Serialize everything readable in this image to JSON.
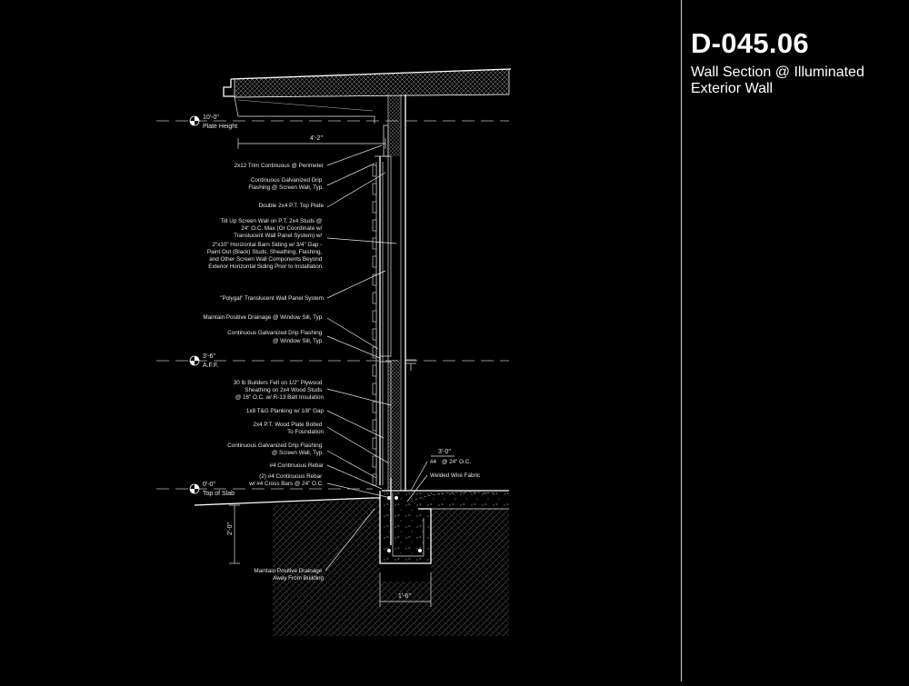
{
  "sheet": {
    "number": "D-045.06",
    "title": "Wall Section @ Illuminated Exterior Wall"
  },
  "levels": {
    "plate": {
      "value": "10'-0\"",
      "label": "Plate Height"
    },
    "sill": {
      "value": "3'-6\"",
      "label": "A.F.F."
    },
    "slab": {
      "value": "0'-0\"",
      "label": "Top of Slab"
    }
  },
  "dimensions": {
    "overhang": "4'-2\"",
    "footing_depth": "2'-0\"",
    "footing_width": "1'-6\"",
    "rebar_spacing": "3'-0\""
  },
  "notes": {
    "trim": [
      "2x12 Trim Continuous @ Perimeter"
    ],
    "drip_screen": [
      "Continuous Galvanized Drip",
      "Flashing @ Screen Wall, Typ."
    ],
    "top_plate": [
      "Double 2x4 P.T. Top Plate"
    ],
    "screen_wall": [
      "Tilt Up Screen Wall on P.T. 2x4 Studs @",
      "24\" O.C. Max (Or Coordinate w/",
      "Translucent Wall Panel System) w/",
      "2\"x10\" Horizontal Barn Siding w/ 3/4\" Gap -",
      "Paint Out (Black) Studs, Sheathing, Flashing,",
      "and Other Screen Wall Components Beyond",
      "Exterior Horizontal Siding Prior to Installation."
    ],
    "polygal": [
      "\"Polygal\" Translucent Wall Panel System"
    ],
    "drainage_sill": [
      "Maintain Positive Drainage @ Window Sill, Typ."
    ],
    "drip_sill": [
      "Continuous Galvanized Drip Flashing",
      "@ Window Sill, Typ."
    ],
    "felt": [
      "30 lb Builders Felt on 1/2\" Plywood",
      "Sheathing on 2x4 Wood Studs",
      "@ 16\" O.C. w/ R-13 Batt Insulation"
    ],
    "planking": [
      "1x8 T&G Planking w/ 1/8\" Gap"
    ],
    "wood_plate": [
      "2x4 P.T. Wood Plate Bolted",
      "To Foundation"
    ],
    "drip_screen2": [
      "Continuous Galvanized Drip Flashing",
      "@ Screen Wall, Typ."
    ],
    "rebar": [
      "#4 Continuous Rebar"
    ],
    "rebar2": [
      "(2) #4 Continuous Rebar",
      "w/ #4 Cross Bars @ 24\" O.C."
    ],
    "drainage_bldg": [
      "Maintain Positive Drainage",
      "Away From Building"
    ],
    "rebar_oc": [
      "#4",
      "@ 24\" O.C."
    ],
    "wire_fabric": [
      "Welded Wire Fabric"
    ]
  }
}
